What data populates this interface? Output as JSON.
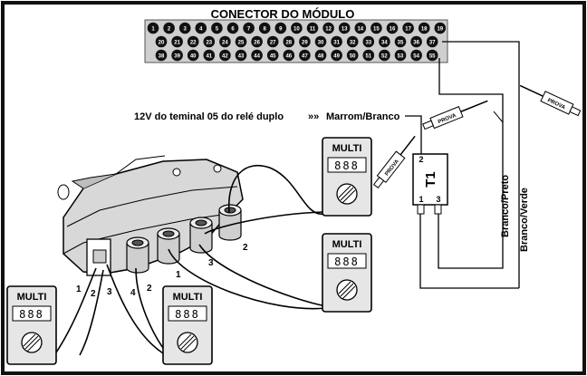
{
  "connector": {
    "title": "CONECTOR DO MÓDULO",
    "rows": [
      [
        "1",
        "2",
        "3",
        "4",
        "5",
        "6",
        "7",
        "8",
        "9",
        "10",
        "11",
        "12",
        "13",
        "14",
        "15",
        "16",
        "17",
        "18",
        "19"
      ],
      [
        "20",
        "21",
        "22",
        "23",
        "24",
        "25",
        "26",
        "27",
        "28",
        "29",
        "30",
        "31",
        "32",
        "33",
        "34",
        "35",
        "36",
        "37"
      ],
      [
        "38",
        "39",
        "40",
        "41",
        "42",
        "43",
        "44",
        "45",
        "46",
        "47",
        "48",
        "49",
        "50",
        "51",
        "52",
        "53",
        "54",
        "55"
      ]
    ]
  },
  "supply_note": {
    "prefix": "12V  do teminal  05 do relé duplo",
    "arrow": "»»",
    "wire": "Marrom/Branco"
  },
  "relay": {
    "name": "T1",
    "pin_top": "2",
    "pin_bottom_left": "1",
    "pin_bottom_right": "3"
  },
  "wires": {
    "left": "Branco/Preto",
    "right": "Branco/Verde"
  },
  "probe_label": "PROVA",
  "meters": [
    {
      "label": "MULTI",
      "display": "888"
    },
    {
      "label": "MULTI",
      "display": "888"
    },
    {
      "label": "MULTI",
      "display": "888"
    },
    {
      "label": "MULTI",
      "display": "888"
    }
  ],
  "coil_terminals": {
    "connector_pins": [
      "1",
      "2",
      "3"
    ],
    "towers": [
      "4",
      "2",
      "1",
      "3",
      "2"
    ]
  }
}
